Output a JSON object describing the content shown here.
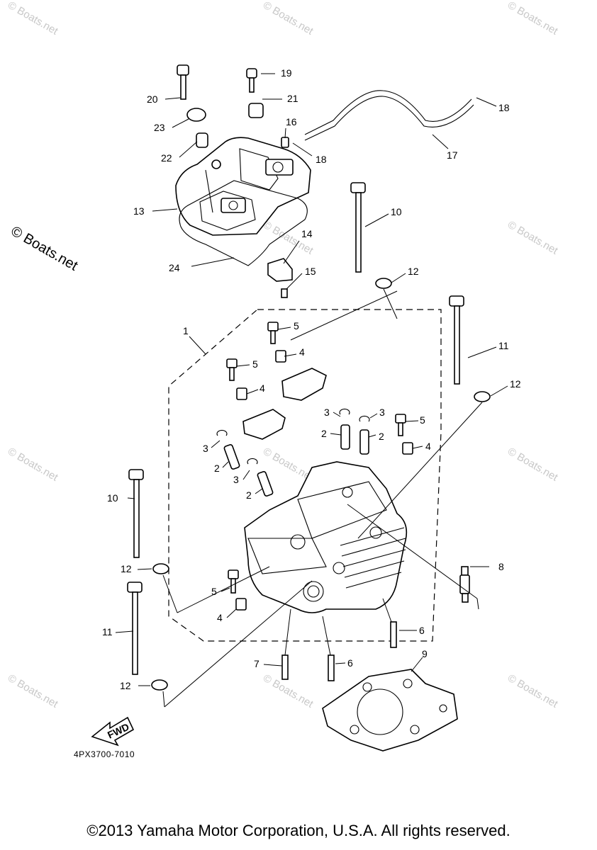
{
  "diagram": {
    "part_number": "4PX3700-7010",
    "fwd_label": "FWD",
    "watermark": "© Boats.net",
    "callouts": {
      "c1": "1",
      "c2a": "2",
      "c2b": "2",
      "c2c": "2",
      "c2d": "2",
      "c3a": "3",
      "c3b": "3",
      "c3c": "3",
      "c3d": "3",
      "c4a": "4",
      "c4b": "4",
      "c4c": "4",
      "c4d": "4",
      "c5a": "5",
      "c5b": "5",
      "c5c": "5",
      "c5d": "5",
      "c6a": "6",
      "c6b": "6",
      "c7": "7",
      "c8": "8",
      "c9": "9",
      "c10a": "10",
      "c10b": "10",
      "c11a": "11",
      "c11b": "11",
      "c12a": "12",
      "c12b": "12",
      "c12c": "12",
      "c12d": "12",
      "c13": "13",
      "c14": "14",
      "c15": "15",
      "c16": "16",
      "c17": "17",
      "c18a": "18",
      "c18b": "18",
      "c19": "19",
      "c20": "20",
      "c21": "21",
      "c22": "22",
      "c23": "23",
      "c24": "24"
    }
  },
  "footer": {
    "copyright": "©2013 Yamaha Motor Corporation, U.S.A. All rights reserved."
  }
}
